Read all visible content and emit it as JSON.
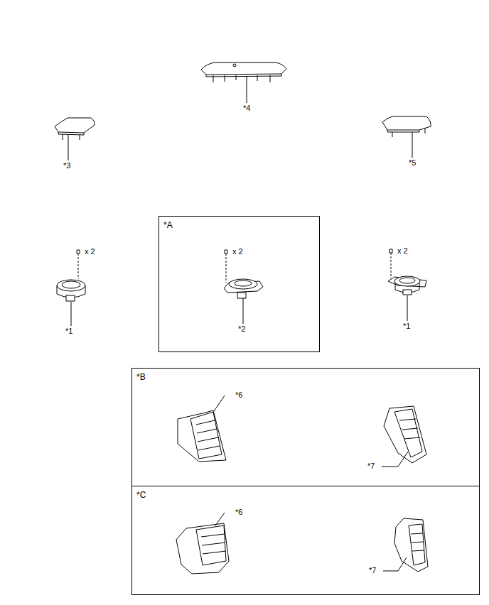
{
  "diagram": {
    "nodes": [
      {
        "text": [
          "*A"
        ]
      },
      {
        "text": [
          "*B"
        ]
      },
      {
        "text": [
          "*C"
        ]
      }
    ],
    "labels": [
      "*4",
      "*3",
      "*5",
      "x 2",
      "*1",
      "x 2",
      "*2",
      "x 2",
      "*1",
      "*6",
      "*7",
      "*6",
      "*7"
    ]
  }
}
